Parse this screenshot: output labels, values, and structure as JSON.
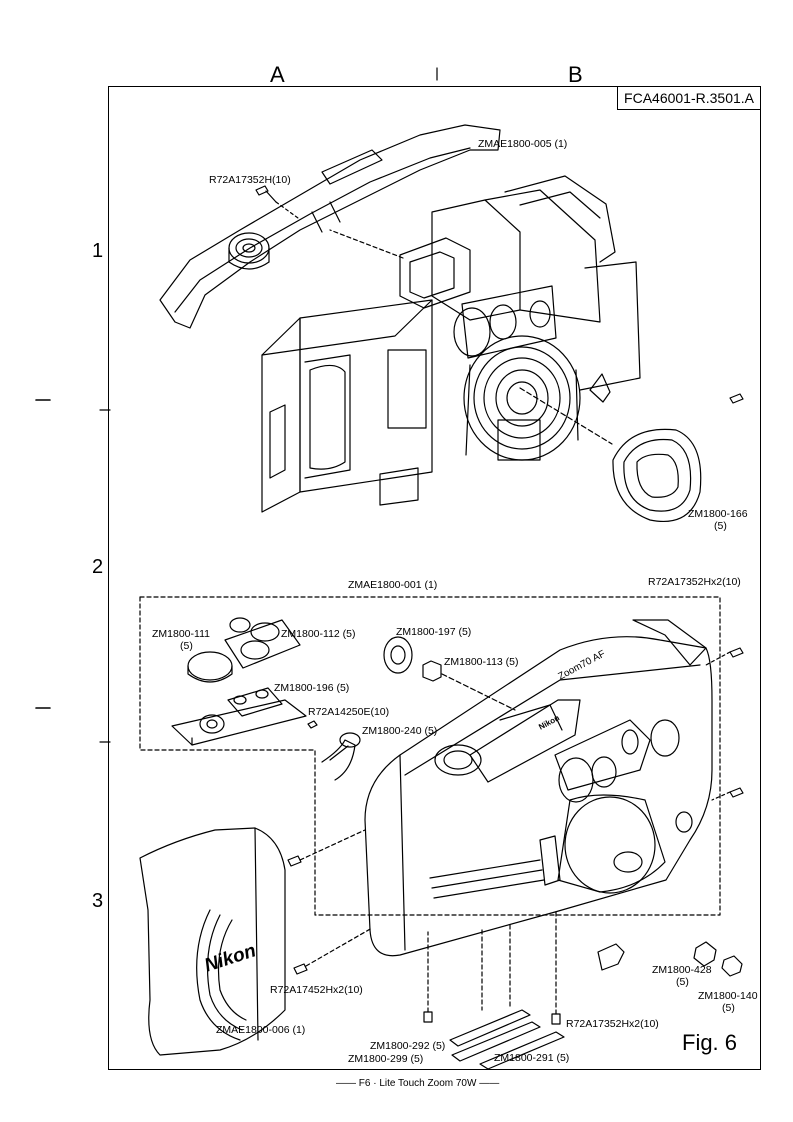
{
  "grid": {
    "columns": [
      "A",
      "B"
    ],
    "rows": [
      "1",
      "2",
      "3"
    ]
  },
  "doc_id": "FCA46001-R.3501.A",
  "figure_label": "Fig. 6",
  "footer": "—— F6 · Lite Touch Zoom 70W ——",
  "brand_text": "Nikon",
  "model_text": "Zoom70 AF",
  "parts": {
    "zmae1800_005": "ZMAE1800-005 (1)",
    "r72a17352h": "R72A17352H(10)",
    "zm1800_166": "ZM1800-166",
    "zm1800_166_qty": "(5)",
    "r72a17352hx2_top": "R72A17352Hx2(10)",
    "zmae1800_001": "ZMAE1800-001 (1)",
    "zm1800_111": "ZM1800-111",
    "zm1800_111_qty": "(5)",
    "zm1800_112": "ZM1800-112 (5)",
    "zm1800_197": "ZM1800-197 (5)",
    "zm1800_113": "ZM1800-113 (5)",
    "zm1800_196": "ZM1800-196 (5)",
    "r72a14250e": "R72A14250E(10)",
    "zm1800_240": "ZM1800-240 (5)",
    "r72a17452hx2": "R72A17452Hx2(10)",
    "zmae1800_006": "ZMAE1800-006 (1)",
    "zm1800_428": "ZM1800-428",
    "zm1800_428_qty": "(5)",
    "zm1800_140": "ZM1800-140",
    "zm1800_140_qty": "(5)",
    "r72a17352hx2_bottom": "R72A17352Hx2(10)",
    "zm1800_292": "ZM1800-292 (5)",
    "zm1800_299": "ZM1800-299 (5)",
    "zm1800_291": "ZM1800-291 (5)"
  }
}
